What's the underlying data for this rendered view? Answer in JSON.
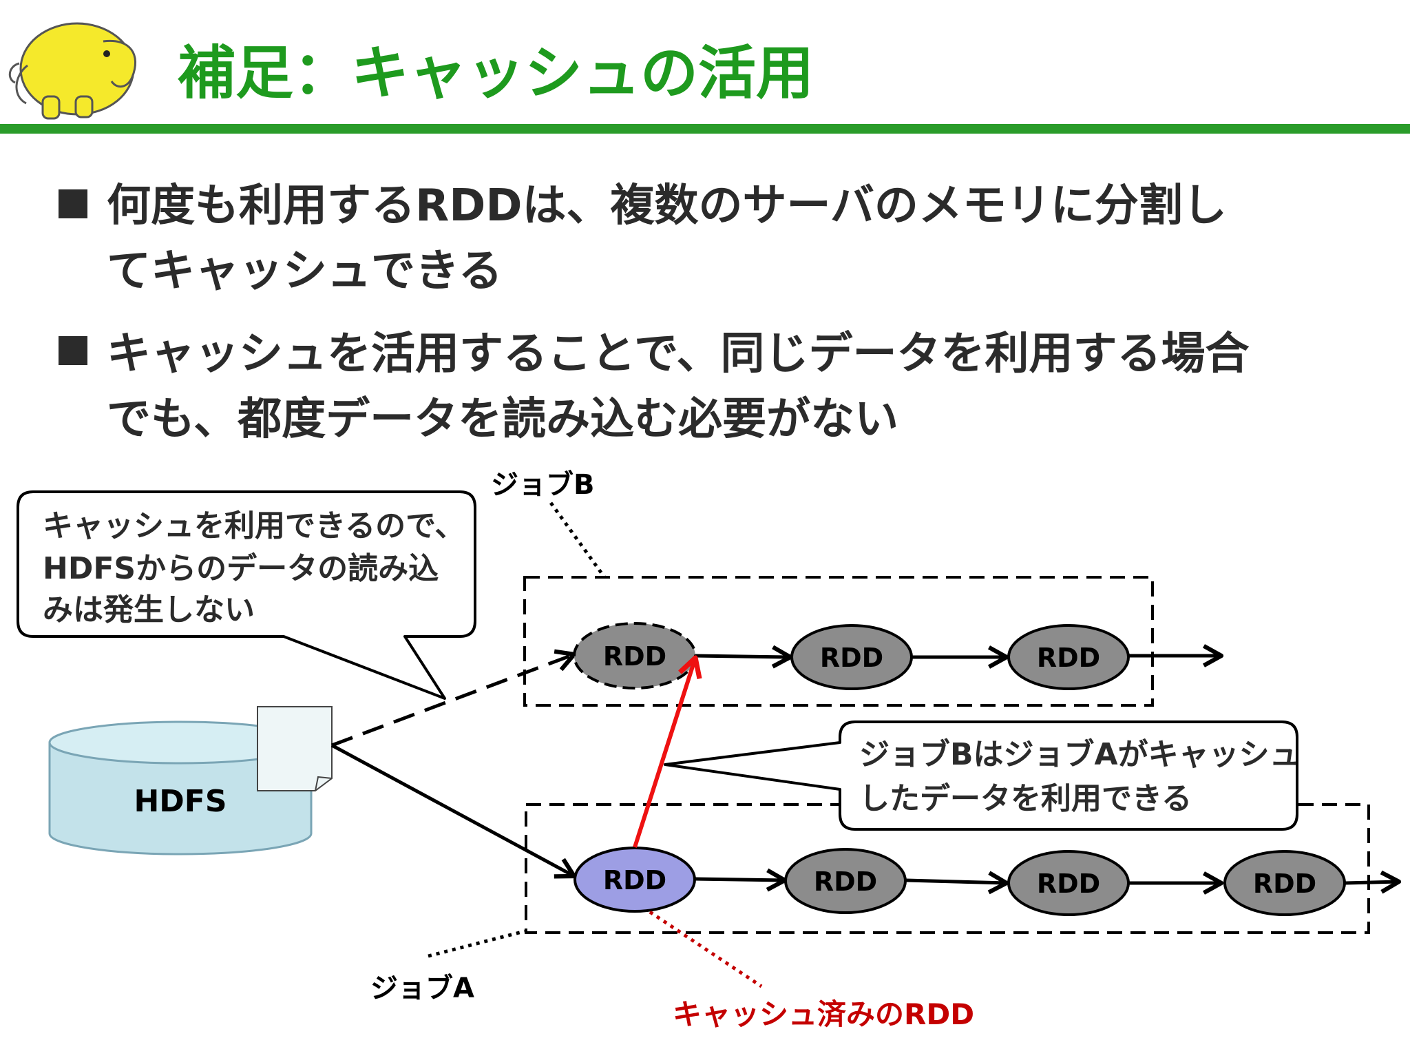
{
  "title": "補足：キャッシュの活用",
  "bullets": [
    {
      "line1": "何度も利用するRDDは、複数のサーバのメモリに分割し",
      "line2": "てキャッシュできる"
    },
    {
      "line1": "キャッシュを活用することで、同じデータを利用する場合",
      "line2": "でも、都度データを読み込む必要がない"
    }
  ],
  "diagram": {
    "storage_label": "HDFS",
    "rdd_label": "RDD",
    "job_a_label": "ジョブA",
    "job_b_label": "ジョブB",
    "cached_rdd_label": "キャッシュ済みのRDD",
    "callout_left": {
      "line1": "キャッシュを利用できるので、",
      "line2": "HDFSからのデータの読み込",
      "line3": "みは発生しない"
    },
    "callout_right": {
      "line1": "ジョブBはジョブAがキャッシュ",
      "line2": "したデータを利用できる"
    }
  },
  "colors": {
    "title_green": "#1e9a1e",
    "rule_green": "#2a9c2a",
    "rdd_gray": "#8c8c8c",
    "rdd_cached_lavender": "#9d9ee4",
    "cylinder_blue": "#c3e2ea",
    "cache_arrow_red": "#ee1111",
    "cached_label_red": "#c40000",
    "text_dark": "#2b2b2b",
    "logo_yellow": "#f5e92b"
  }
}
